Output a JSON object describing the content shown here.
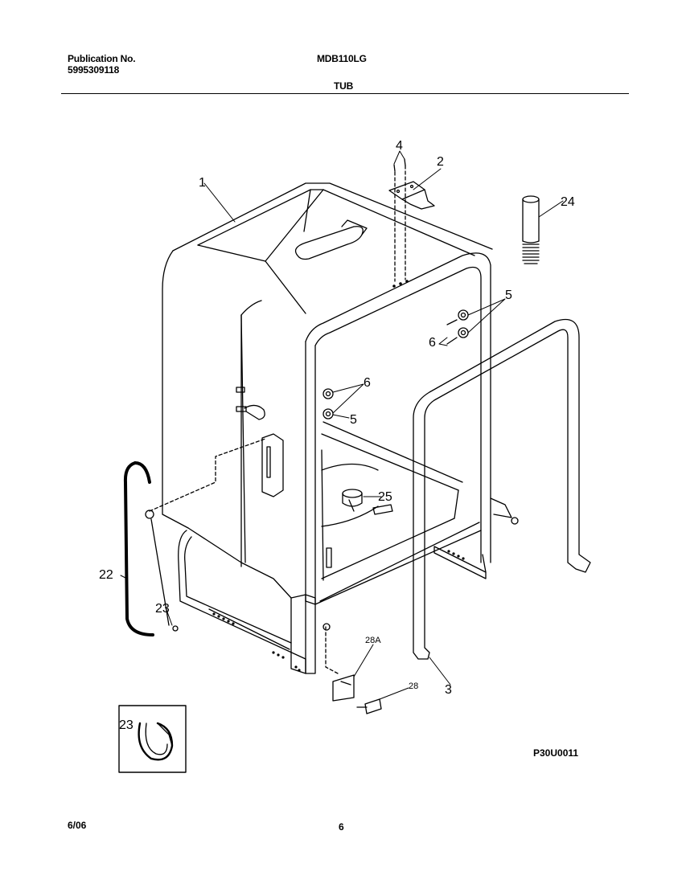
{
  "header": {
    "publication_label": "Publication No.",
    "publication_number": "5995309118",
    "model": "MDB110LG",
    "section_title": "TUB"
  },
  "diagram": {
    "reference_code": "P30U0011",
    "callouts": {
      "c1": "1",
      "c2": "2",
      "c3": "3",
      "c4": "4",
      "c5a": "5",
      "c5b": "5",
      "c6a": "6",
      "c6b": "6",
      "c22": "22",
      "c23": "23",
      "c23inset": "23",
      "c24": "24",
      "c25": "25",
      "c28": "28",
      "c28a": "28A"
    }
  },
  "footer": {
    "date": "6/06",
    "page_number": "6"
  }
}
